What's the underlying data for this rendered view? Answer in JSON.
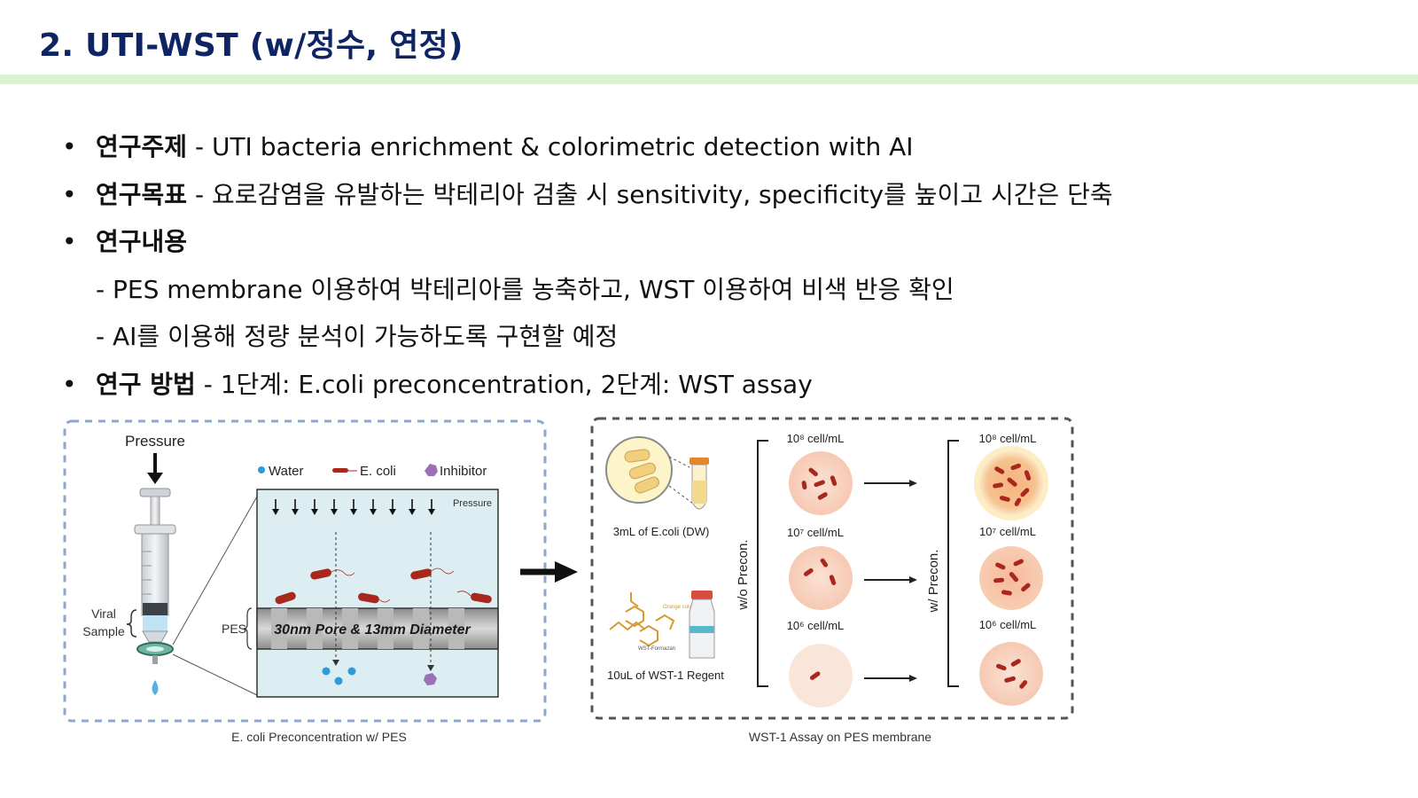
{
  "slide": {
    "title": "2. UTI-WST (w/정수, 연정)",
    "bullets": [
      {
        "marker": "•",
        "keyword": "연구주제",
        "text": " - UTI bacteria enrichment & colorimetric detection with AI"
      },
      {
        "marker": "•",
        "keyword": "연구목표",
        "text": " - 요로감염을 유발하는 박테리아 검출 시 sensitivity, specificity를 높이고 시간은 단축"
      },
      {
        "marker": "•",
        "keyword": "연구내용",
        "text": ""
      },
      {
        "marker": "",
        "keyword": "",
        "text": "- PES membrane 이용하여 박테리아를 농축하고, WST 이용하여 비색 반응 확인"
      },
      {
        "marker": "",
        "keyword": "",
        "text": "- AI를 이용해 정량 분석이 가능하도록 구현할 예정"
      },
      {
        "marker": "•",
        "keyword": "연구 방법",
        "text": " - 1단계: E.coli preconcentration, 2단계: WST assay"
      }
    ]
  },
  "figure": {
    "left": {
      "pressure_label": "Pressure",
      "legend": {
        "water": "Water",
        "ecoli": "E. coli",
        "inhibitor": "Inhibitor"
      },
      "inner_pressure": "Pressure",
      "viral": "Viral",
      "sample": "Sample",
      "pes_label": "PES",
      "membrane_text": "30nm Pore & 13mm Diameter",
      "caption": "E. coli Preconcentration w/ PES"
    },
    "right": {
      "ecoli_label": "3mL of E.coli (DW)",
      "wst_label": "10uL of WST-1 Regent",
      "wst_small1": "Orange color",
      "wst_small2": "WST-Formazan",
      "without_label": "w/o Precon.",
      "with_label": "w/ Precon.",
      "conc": [
        "10⁸ cell/mL",
        "10⁷ cell/mL",
        "10⁶ cell/mL"
      ],
      "caption": "WST-1 Assay on PES membrane"
    }
  }
}
